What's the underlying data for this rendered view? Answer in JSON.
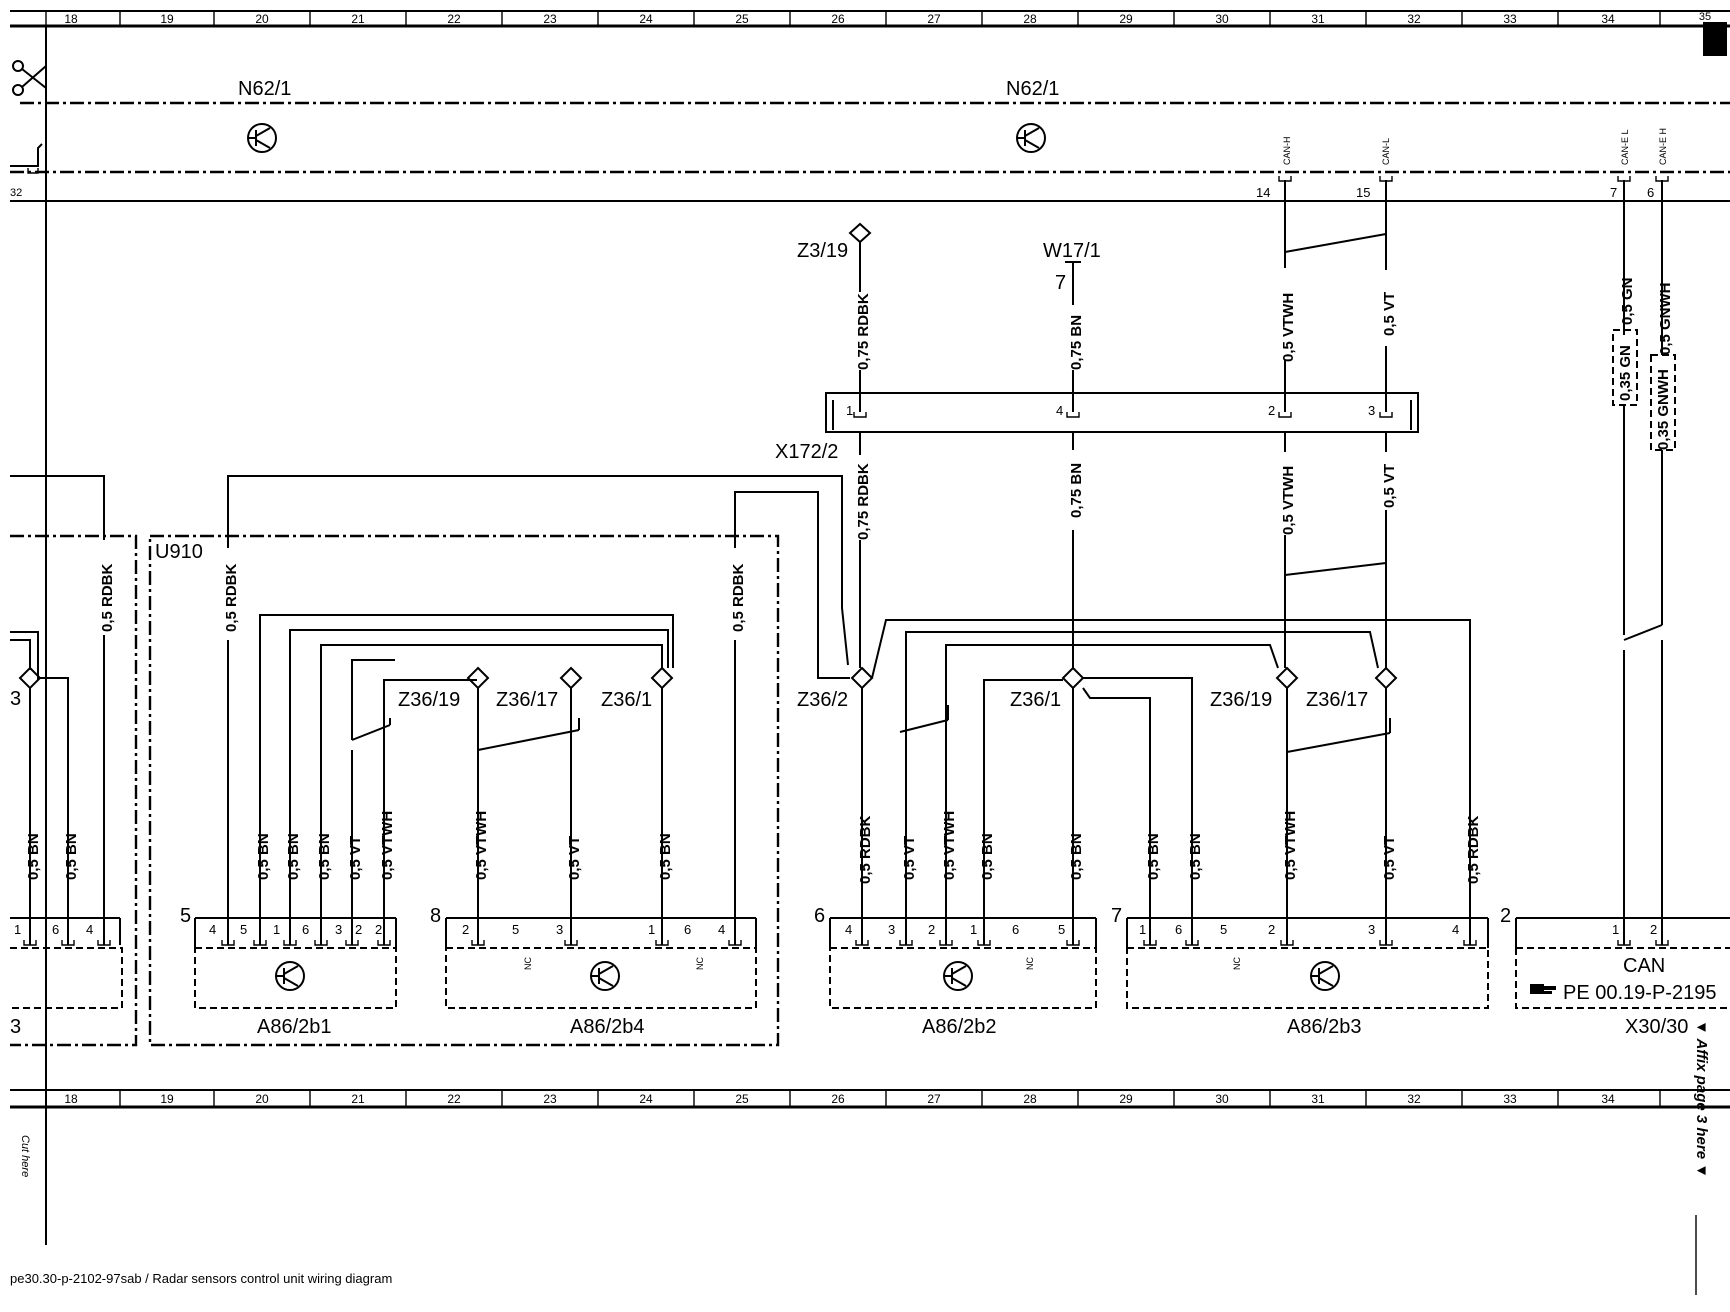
{
  "grid_columns": [
    "18",
    "19",
    "20",
    "21",
    "22",
    "23",
    "24",
    "25",
    "26",
    "27",
    "28",
    "29",
    "30",
    "31",
    "32",
    "33",
    "34",
    "35"
  ],
  "labels": {
    "n62_a": "N62/1",
    "n62_b": "N62/1",
    "z3_19": "Z3/19",
    "w17_1": "W17/1",
    "w17_pin": "7",
    "x172_2": "X172/2",
    "u910": "U910",
    "z36_19_a": "Z36/19",
    "z36_17_a": "Z36/17",
    "z36_1_a": "Z36/1",
    "z36_2": "Z36/2",
    "z36_1_b": "Z36/1",
    "z36_19_b": "Z36/19",
    "z36_17_b": "Z36/17",
    "left_3": "3",
    "left_b": "3",
    "a86_2b1": "A86/2b1",
    "a86_2b4": "A86/2b4",
    "a86_2b2": "A86/2b2",
    "a86_2b3": "A86/2b3",
    "x30_30": "X30/30",
    "can": "CAN",
    "pe_ref": "PE 00.19-P-2195",
    "conn_5": "5",
    "conn_8": "8",
    "conn_6": "6",
    "conn_7": "7",
    "conn_2": "2",
    "pin_14": "14",
    "pin_15": "15",
    "pin_7": "7",
    "pin_6": "6",
    "left_32": "32"
  },
  "bus_labels": {
    "can_h": "CAN-H",
    "can_l": "CAN-L",
    "can_el": "CAN-E L",
    "can_eh": "CAN-E H"
  },
  "wires": {
    "rdbk075": "0,75 RDBK",
    "bn075": "0,75 BN",
    "vtwh05": "0,5 VTWH",
    "vt05": "0,5 VT",
    "gn05": "0,5 GN",
    "gnwh05": "0,5 GNWH",
    "gn035": "0,35 GN",
    "gnwh035": "0,35 GNWH",
    "rdbk05": "0,5 RDBK",
    "bn05": "0,5 BN"
  },
  "nc": "NC",
  "side": {
    "cut_here": "Cut here",
    "affix": "▼ Affix page 3 here ▼"
  },
  "footer": "pe30.30-p-2102-97sab / Radar sensors control unit wiring diagram"
}
